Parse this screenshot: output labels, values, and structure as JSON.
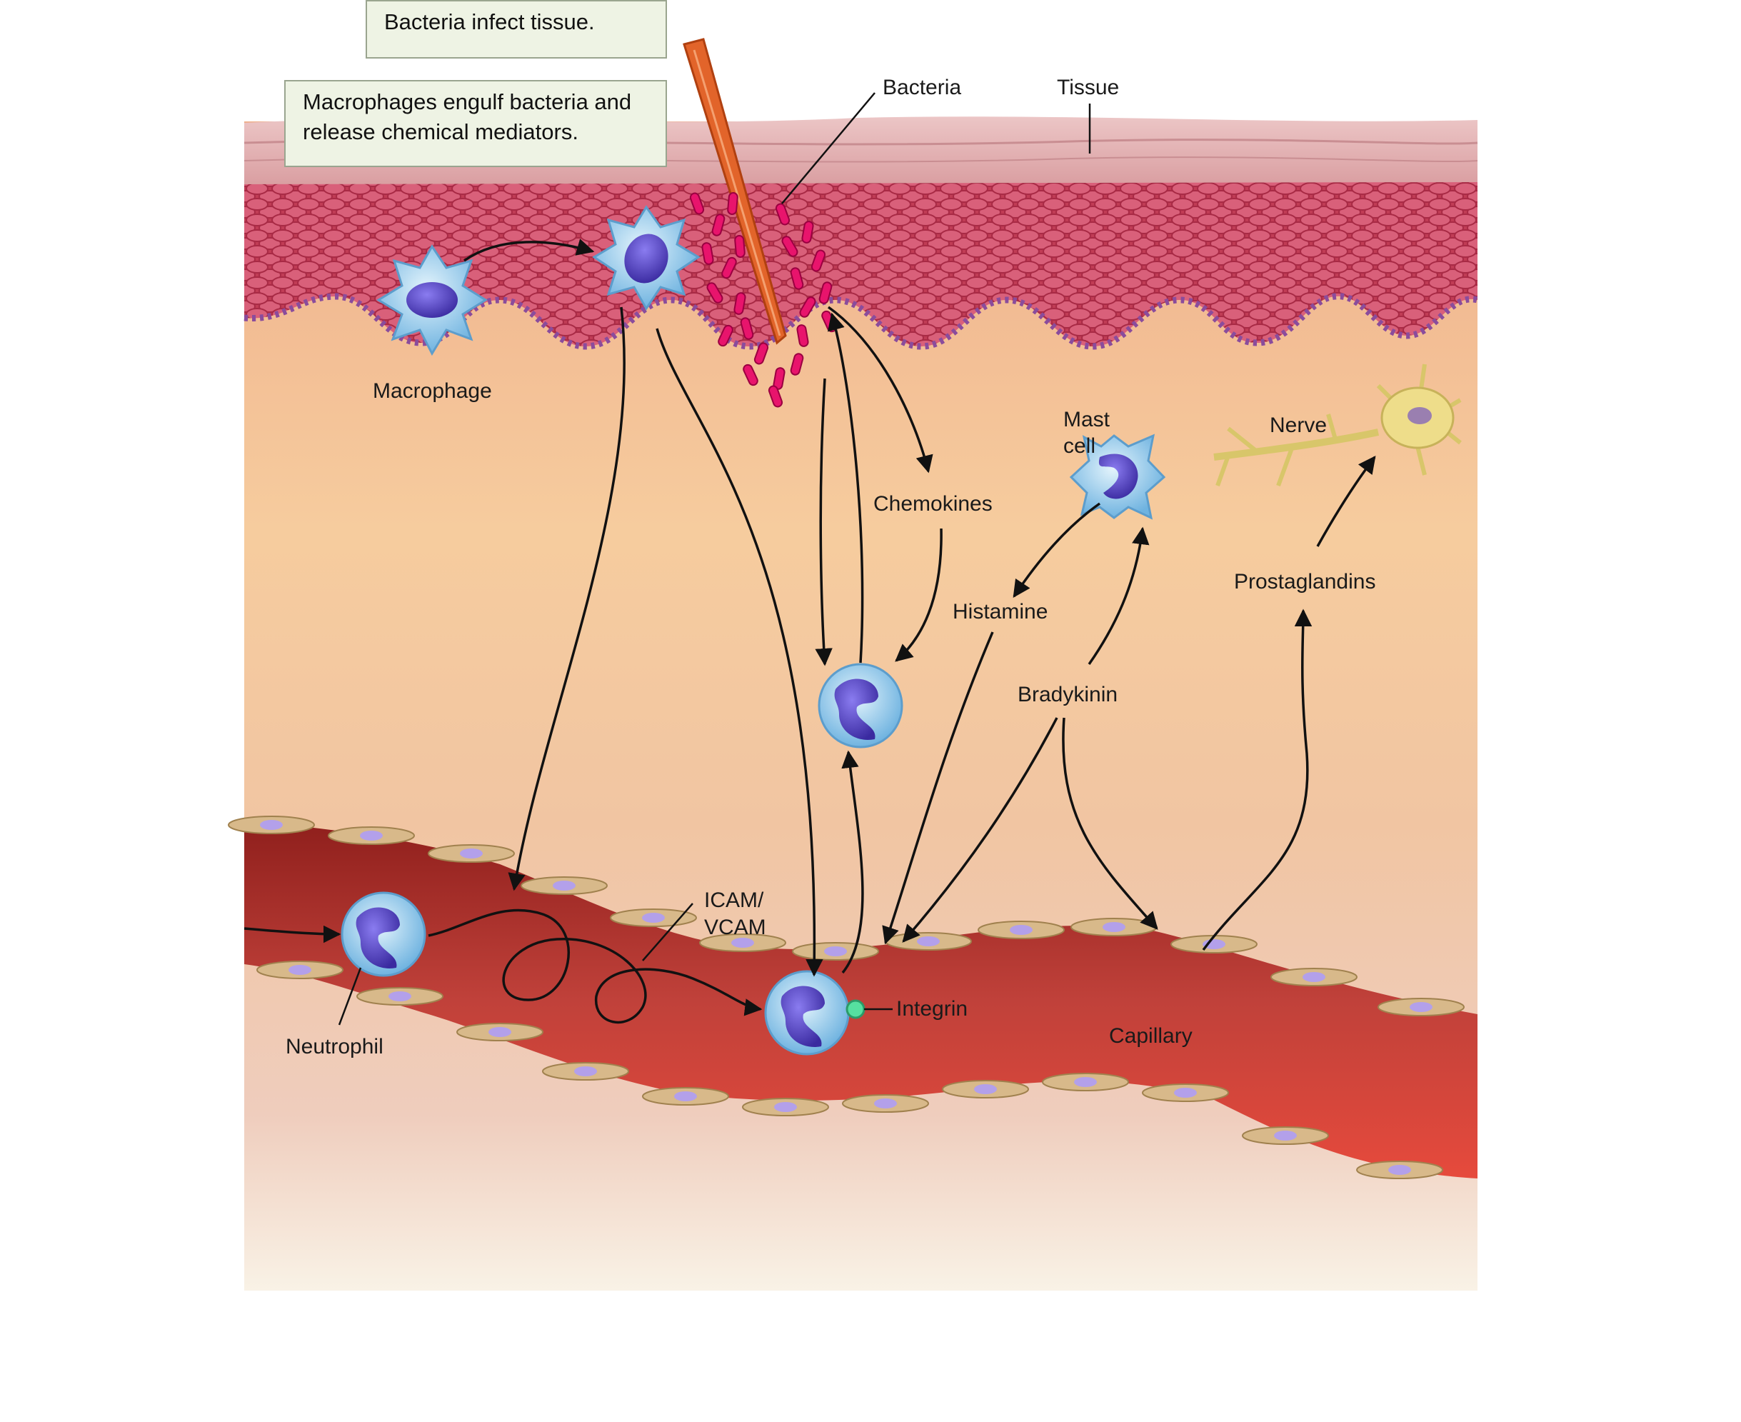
{
  "captions": {
    "step1": "Bacteria infect tissue.",
    "step2": "Macrophages engulf bacteria and release chemical mediators."
  },
  "labels": {
    "bacteria": "Bacteria",
    "tissue": "Tissue",
    "macrophage": "Macrophage",
    "mast_cell_line1": "Mast",
    "mast_cell_line2": "cell",
    "nerve": "Nerve",
    "chemokines": "Chemokines",
    "histamine": "Histamine",
    "prostaglandins": "Prostaglandins",
    "bradykinin": "Bradykinin",
    "icam_line1": "ICAM/",
    "icam_line2": "VCAM",
    "integrin": "Integrin",
    "neutrophil": "Neutrophil",
    "capillary": "Capillary"
  },
  "colors": {
    "epidermis_top": "#e6b3b4",
    "dermis_cells": "#c9485e",
    "tissue_bg": "#f2c09a",
    "bacteria": "#e8146c",
    "splinter": "#e2642a",
    "cell_body": "#9fd0ee",
    "nucleus": "#5a46c8",
    "capillary_wall": "#d8b98a",
    "blood": "#b12f2c",
    "nerve": "#eedd8a",
    "integrin": "#56e0a0"
  }
}
